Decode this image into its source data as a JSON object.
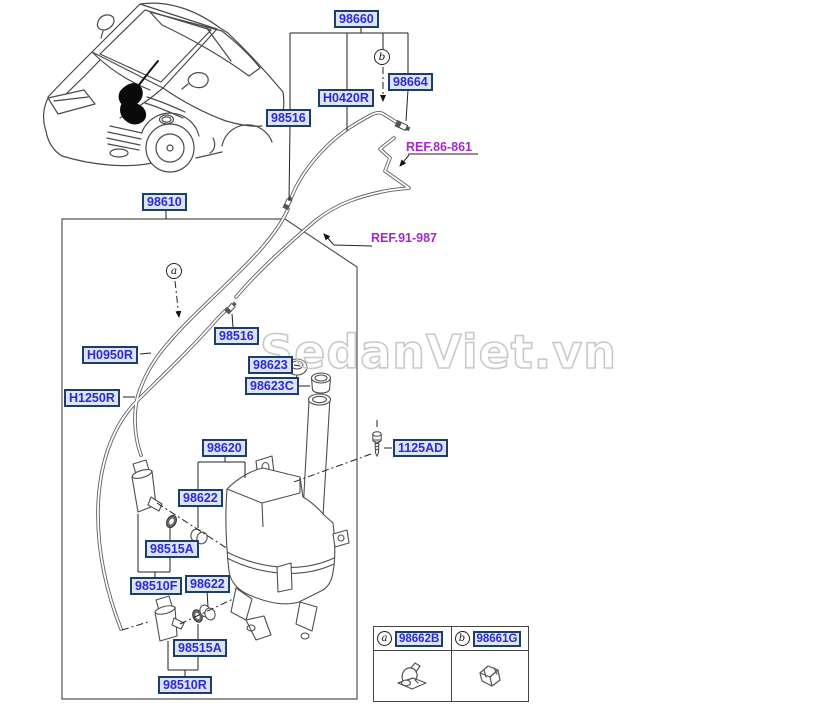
{
  "diagram": {
    "watermark": "SedanViet.vn",
    "callouts": {
      "c98660": "98660",
      "c98664": "98664",
      "cH0420R": "H0420R",
      "c98516_top": "98516",
      "c98610": "98610",
      "c98516_mid": "98516",
      "cH0950R": "H0950R",
      "cH1250R": "H1250R",
      "c98623": "98623",
      "c98623C": "98623C",
      "c98620": "98620",
      "c1125AD": "1125AD",
      "c98622_upper": "98622",
      "c98515A_upper": "98515A",
      "c98510F": "98510F",
      "c98622_lower": "98622",
      "c98515A_lower": "98515A",
      "c98510R": "98510R"
    },
    "ref_callouts": {
      "hood_ref": "REF.86-861",
      "body_ref": "REF.91-987"
    },
    "markers": {
      "a": "a",
      "b": "b"
    },
    "legend": {
      "rows": [
        {
          "marker": "a",
          "part": "98662B",
          "icon": "hose-clip-icon"
        },
        {
          "marker": "b",
          "part": "98661G",
          "icon": "hose-clip-icon"
        }
      ]
    }
  },
  "colors": {
    "label_text": "#2b2bd5",
    "label_bg": "#dce4f0",
    "label_border": "#1c3e67",
    "ref_text": "#a428cc",
    "line": "#4a4a4a",
    "watermark_stroke": "#c9c9c9"
  }
}
